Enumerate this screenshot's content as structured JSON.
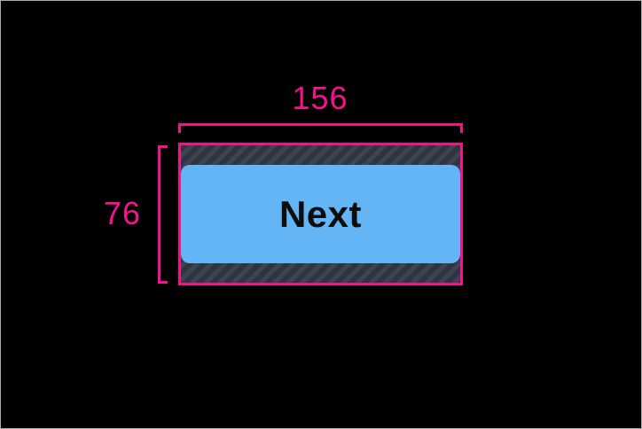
{
  "measurement": {
    "width_label": "156",
    "height_label": "76"
  },
  "button": {
    "label": "Next"
  },
  "colors": {
    "annotation": "#F5128F",
    "button-fill": "#64B5F6",
    "button-text": "#0D0D0D",
    "hatch-base": "#3D4450",
    "hatch-stripe": "#2E3440",
    "canvas": "#000000",
    "frame-border": "#ABABAB"
  }
}
